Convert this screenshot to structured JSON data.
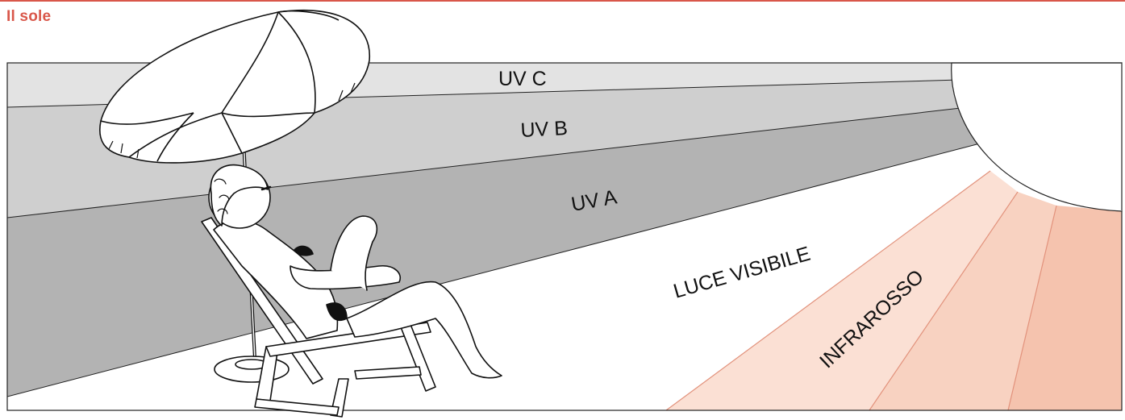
{
  "title": "Il sole",
  "accent_color": "#d9574a",
  "bands": {
    "uvc": {
      "label": "UV C",
      "color": "#e3e3e3"
    },
    "uvb": {
      "label": "UV B",
      "color": "#cfcfcf"
    },
    "uva": {
      "label": "UV A",
      "color": "#b3b3b3"
    },
    "visible": {
      "label": "LUCE VISIBILE",
      "color": "#ffffff"
    },
    "infrared": {
      "label": "INFRAROSSO",
      "colors": [
        "#fbe0d4",
        "#f8d2c1",
        "#f5c3ae",
        "#f2b59b"
      ]
    }
  },
  "illustration": {
    "sun": "sun-shape",
    "figure": "woman-on-deck-chair",
    "umbrella": "beach-umbrella"
  }
}
